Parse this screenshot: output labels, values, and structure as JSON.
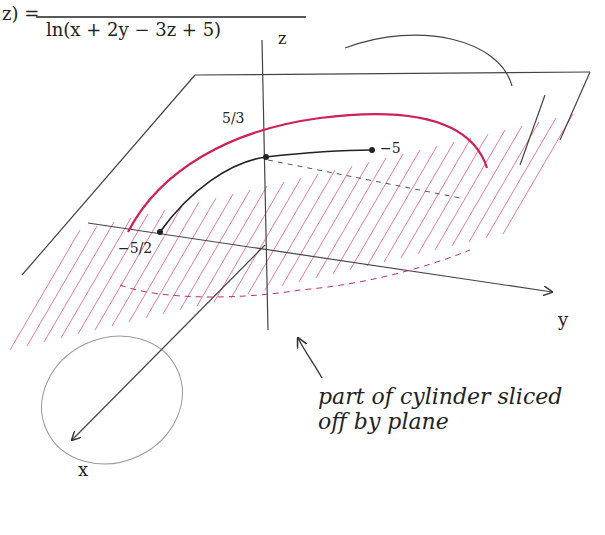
{
  "diagram": {
    "labels": [
      "z) =",
      "ln(x + 2y − 3z + 5)",
      "z",
      "5/3",
      "−5",
      "−5/2",
      "y",
      "x",
      "part of cylinder sliced off by plane"
    ]
  }
}
